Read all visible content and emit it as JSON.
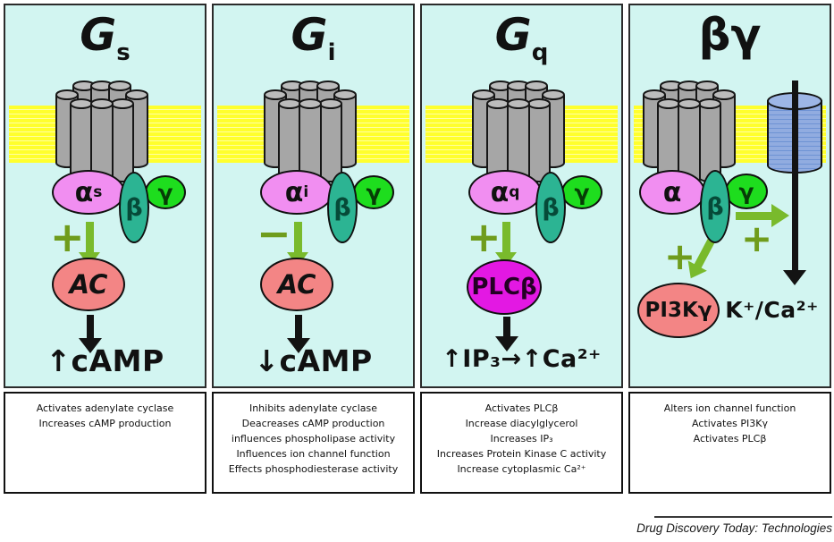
{
  "figure_type": "G-protein signaling pathway diagram",
  "colors": {
    "panel_bg": "#d2f5f1",
    "membrane_yellow": "#ffff2d",
    "receptor_gray": "#a6a6a6",
    "alpha_pink": "#f18ef1",
    "beta_teal": "#2cb493",
    "gamma_green": "#1edd1e",
    "effector_salmon": "#f38585",
    "plc_magenta": "#e318e3",
    "activation_green": "#79ba2c",
    "sign_olive": "#6f9c1c",
    "channel_blue": "#91ace0"
  },
  "panels": [
    {
      "title_main": "G",
      "title_sub": "s",
      "alpha": "α",
      "alpha_sub": "s",
      "beta": "β",
      "gamma": "γ",
      "regulation": "+",
      "effector": "AC",
      "output": "↑cAMP",
      "summary": [
        "Activates adenylate cyclase",
        "Increases cAMP production"
      ]
    },
    {
      "title_main": "G",
      "title_sub": "i",
      "alpha": "α",
      "alpha_sub": "i",
      "beta": "β",
      "gamma": "γ",
      "regulation": "−",
      "effector": "AC",
      "output": "↓cAMP",
      "summary": [
        "Inhibits adenylate cyclase",
        "Deacreases cAMP production",
        "influences phospholipase activity",
        "Influences ion channel function",
        "Effects phosphodiesterase activity"
      ]
    },
    {
      "title_main": "G",
      "title_sub": "q",
      "alpha": "α",
      "alpha_sub": "q",
      "beta": "β",
      "gamma": "γ",
      "regulation": "+",
      "effector": "PLCβ",
      "output": "↑IP₃→↑Ca²⁺",
      "summary": [
        "Activates PLCβ",
        "Increase diacylglycerol",
        "Increases IP₃",
        "Increases Protein Kinase C activity",
        "Increase cytoplasmic Ca²⁺"
      ]
    },
    {
      "title_main": "βγ",
      "title_sub": "",
      "alpha": "α",
      "alpha_sub": "",
      "beta": "β",
      "gamma": "γ",
      "plus_channel": "+",
      "plus_pi3k": "+",
      "effector": "PI3Kγ",
      "output": "K⁺/Ca²⁺",
      "summary": [
        "Alters ion channel function",
        "Activates PI3Kγ",
        "Activates PLCβ"
      ]
    }
  ],
  "footer": "Drug Discovery Today: Technologies"
}
